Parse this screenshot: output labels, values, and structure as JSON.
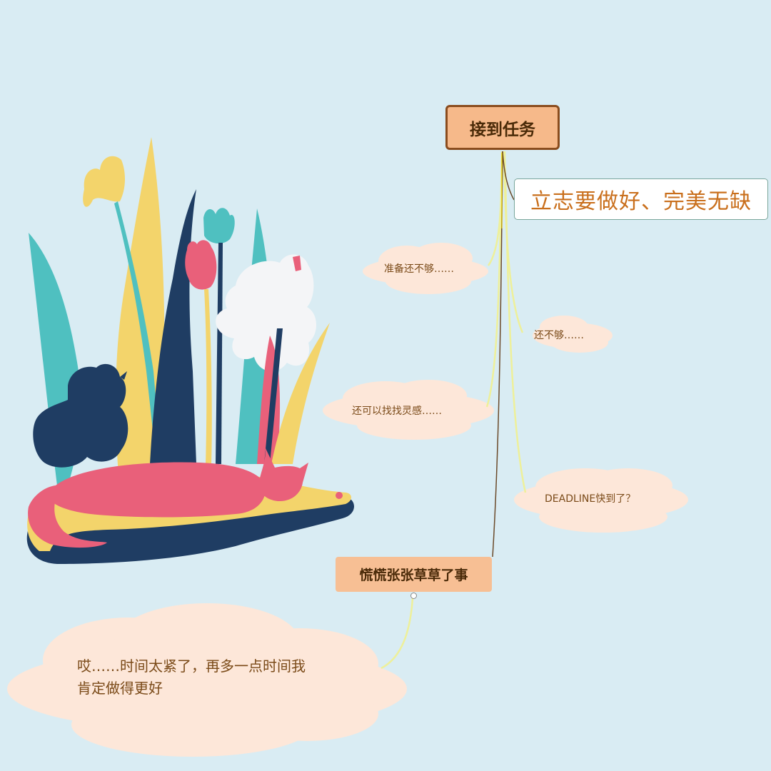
{
  "mindmap": {
    "root": {
      "label": "接到任务",
      "fill": "#f6b98a",
      "border": "#8a4c1e"
    },
    "goal": {
      "label": "立志要做好、完美无缺",
      "text_color": "#c96f1c"
    },
    "thoughts": [
      {
        "label": "准备还不够……"
      },
      {
        "label": "还不够……"
      },
      {
        "label": "还可以找找灵感……"
      },
      {
        "label": "DEADLINE快到了？"
      }
    ],
    "result": {
      "label": "慌慌张张草草了事",
      "fill": "#f7bf94"
    },
    "excuse": {
      "line1": "哎……时间太紧了，再多一点时间我",
      "line2": "肯定做得更好"
    }
  },
  "colors": {
    "background": "#d9ecf3",
    "cloud": "#fde7d9",
    "connector_main": "#6b4a2a",
    "connector_thought": "#eef09a",
    "illustration_teal": "#4fc0c0",
    "illustration_yellow": "#f3d46b",
    "illustration_navy": "#1f3d63",
    "illustration_pink": "#e9607a",
    "illustration_white": "#f4f5f7"
  }
}
